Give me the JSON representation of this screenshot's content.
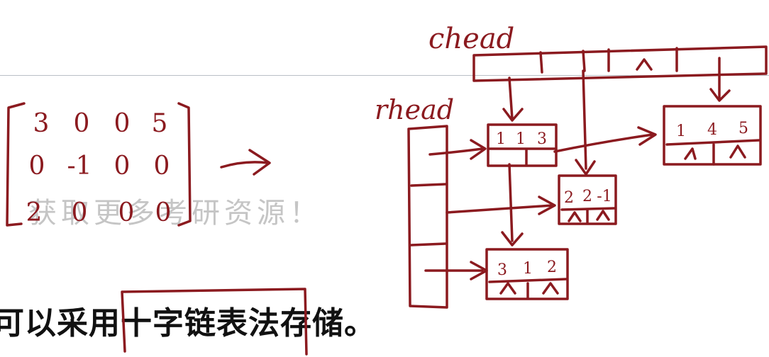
{
  "ink_color": "#8b1a1f",
  "text_color": "#111111",
  "watermark_color": "#969696",
  "watermark": "获取更多考研资源！",
  "sentence": {
    "before": "可以采用",
    "highlighted": "十字链表法",
    "after": "存储。"
  },
  "matrix": {
    "rows": [
      [
        "3",
        "0",
        "0",
        "5"
      ],
      [
        "0",
        "-1",
        "0",
        "0"
      ],
      [
        "2",
        "0",
        "0",
        "0"
      ]
    ]
  },
  "labels": {
    "column_head": "chead",
    "row_head": "rhead"
  },
  "nodes": [
    {
      "id": "n113",
      "fields": [
        "1",
        "1",
        "3"
      ],
      "null_marks": []
    },
    {
      "id": "n145",
      "fields": [
        "1",
        "4",
        "5"
      ],
      "null_marks": [
        "^",
        "^"
      ]
    },
    {
      "id": "n22m1",
      "fields": [
        "2",
        "2",
        "-1"
      ],
      "null_marks": [
        "^",
        "^"
      ]
    },
    {
      "id": "n312",
      "fields": [
        "3",
        "1",
        "2"
      ],
      "null_marks": [
        "^",
        "^"
      ]
    }
  ],
  "null_marks": {
    "chead_third": "^"
  }
}
